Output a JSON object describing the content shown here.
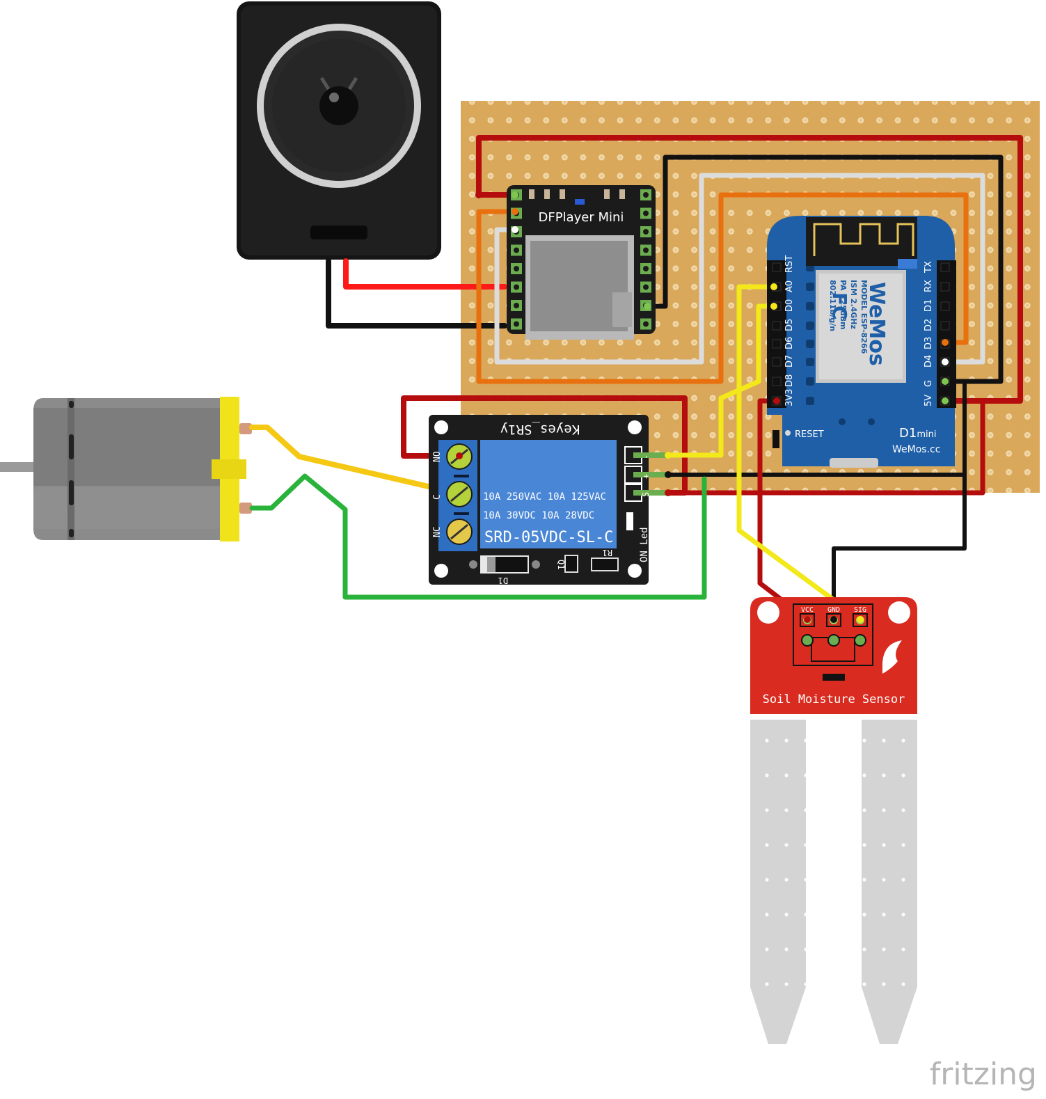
{
  "colors": {
    "board": "#d9a85a",
    "board_edge": "#c8964a",
    "wire_red": "#cc1111",
    "wire_black": "#111111",
    "wire_white": "#e0e0e0",
    "wire_orange": "#e8700e",
    "wire_yellow": "#f3e81a",
    "wire_green": "#2ab33a",
    "relay_blue": "#4a86d6",
    "sensor_red": "#d92b1f",
    "wemos_blue": "#1f5fa8"
  },
  "dfplayer": {
    "label": "DFPlayer Mini"
  },
  "wemos": {
    "brand": "WeMos",
    "model_lines": [
      "MODEL ESP-8266",
      "ISM 2.4GHz",
      "PA +25dBm",
      "802.11b/g/n"
    ],
    "left_pins": [
      "RST",
      "A0",
      "D0",
      "D5",
      "D6",
      "D7",
      "D8",
      "3V3"
    ],
    "right_pins": [
      "TX",
      "RX",
      "D1",
      "D2",
      "D3",
      "D4",
      "G",
      "5V"
    ],
    "reset_label": "RESET",
    "name_label": "D1",
    "name_suffix": "mini",
    "site_label": "WeMos.cc",
    "fc_mark": "FC"
  },
  "relay": {
    "title": "Keyes_SR1y",
    "spec_line1": "10A 250VAC  10A 125VAC",
    "spec_line2": "10A   30VDC  10A   28VDC",
    "model": "SRD-05VDC-SL-C",
    "terminals": [
      "NO",
      "C",
      "NC"
    ],
    "pins": [
      "-",
      "+",
      "S"
    ],
    "led_label": "ON_Led",
    "d1": "D1",
    "q1": "Q1",
    "r1": "R1"
  },
  "sensor": {
    "title": "Soil Moisture Sensor",
    "pins": [
      "VCC",
      "GND",
      "SIG"
    ]
  },
  "watermark": "fritzing"
}
